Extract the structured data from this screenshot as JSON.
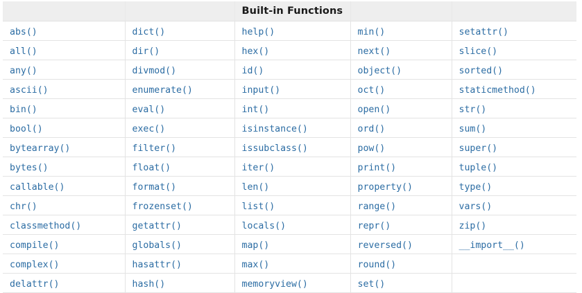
{
  "table": {
    "title": "Built-in Functions",
    "title_column_index": 2,
    "column_count": 5,
    "row_count": 14,
    "accent_color": "#2b6ca3",
    "header_background": "#eeeeee",
    "border_color": "#e3e3e3",
    "columns": [
      {
        "header": "",
        "cells": [
          "abs()",
          "all()",
          "any()",
          "ascii()",
          "bin()",
          "bool()",
          "bytearray()",
          "bytes()",
          "callable()",
          "chr()",
          "classmethod()",
          "compile()",
          "complex()",
          "delattr()"
        ]
      },
      {
        "header": "",
        "cells": [
          "dict()",
          "dir()",
          "divmod()",
          "enumerate()",
          "eval()",
          "exec()",
          "filter()",
          "float()",
          "format()",
          "frozenset()",
          "getattr()",
          "globals()",
          "hasattr()",
          "hash()"
        ]
      },
      {
        "header": "Built-in Functions",
        "cells": [
          "help()",
          "hex()",
          "id()",
          "input()",
          "int()",
          "isinstance()",
          "issubclass()",
          "iter()",
          "len()",
          "list()",
          "locals()",
          "map()",
          "max()",
          "memoryview()"
        ]
      },
      {
        "header": "",
        "cells": [
          "min()",
          "next()",
          "object()",
          "oct()",
          "open()",
          "ord()",
          "pow()",
          "print()",
          "property()",
          "range()",
          "repr()",
          "reversed()",
          "round()",
          "set()"
        ]
      },
      {
        "header": "",
        "cells": [
          "setattr()",
          "slice()",
          "sorted()",
          "staticmethod()",
          "str()",
          "sum()",
          "super()",
          "tuple()",
          "type()",
          "vars()",
          "zip()",
          "__import__()",
          "",
          ""
        ]
      }
    ]
  }
}
